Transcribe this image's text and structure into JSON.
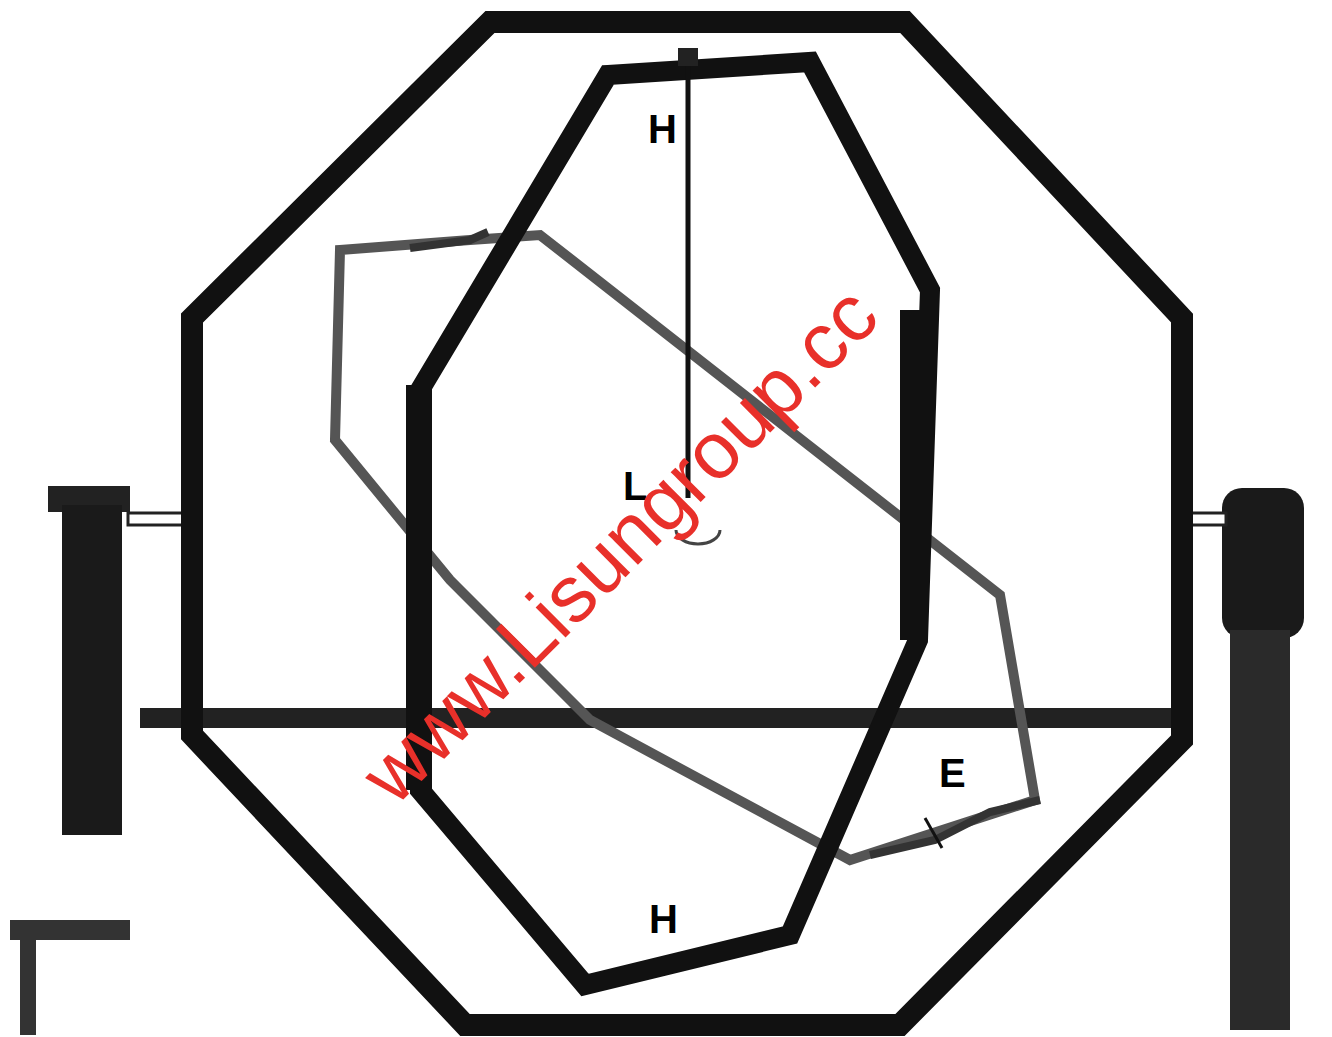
{
  "diagram": {
    "labels": [
      "H",
      "L",
      "H",
      "E",
      "www.Lisungroup.cc"
    ]
  }
}
